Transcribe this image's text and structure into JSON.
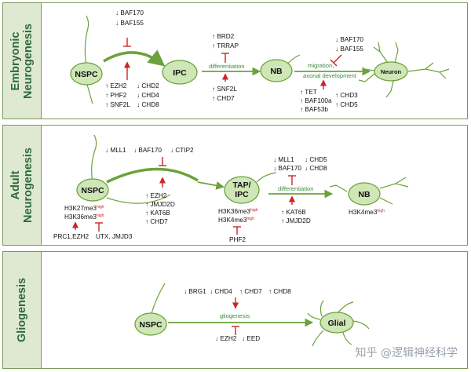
{
  "panels": {
    "embryonic": {
      "title": "Embryonic Neurogenesis",
      "title_lines": [
        "Embryonic",
        "Neurogenesis"
      ],
      "nodes": {
        "nspc": "NSPC",
        "ipc": "IPC",
        "nb": "NB",
        "neuron": "Neuron"
      },
      "nspc_ipc_up": [
        "BAF170",
        "BAF155"
      ],
      "nspc_ipc_low_left": [
        "EZH2",
        "PHF2",
        "SNF2L"
      ],
      "nspc_ipc_low_right": [
        "CHD2",
        "CHD4",
        "CHD8"
      ],
      "ipc_nb_up": [
        "BRD2",
        "TRRAP"
      ],
      "ipc_nb_step": "differentiation",
      "ipc_nb_low": [
        "SNF2L",
        "CHD7"
      ],
      "nb_neuron_up": [
        "BAF170",
        "BAF155"
      ],
      "nb_neuron_step": [
        "migration,",
        "axonal development"
      ],
      "nb_neuron_low_left": [
        "TET",
        "BAF100a",
        "BAF53b"
      ],
      "nb_neuron_low_right": [
        "CHD3",
        "CHD5"
      ]
    },
    "adult": {
      "title": "Adult Neurogenesis",
      "title_lines": [
        "Adult",
        "Neurogenesis"
      ],
      "nodes": {
        "nspc": "NSPC",
        "tap_ipc": [
          "TAP/",
          "IPC"
        ],
        "nb": "NB"
      },
      "top_factors": [
        "MLL1",
        "BAF170",
        "CTIP2"
      ],
      "mid_factors": [
        "EZH2",
        "JMJD2D",
        "KAT6B",
        "CHD7"
      ],
      "nspc_marks": [
        {
          "base": "H3K27me3",
          "sup": "high"
        },
        {
          "base": "H3K36me3",
          "sup": "high"
        }
      ],
      "nspc_left": "PRC1,EZH2",
      "nspc_right": "UTX,  JMJD3",
      "tap_marks": [
        {
          "base": "H3K36me3",
          "sup": "high"
        },
        {
          "base": "H3K4me3",
          "sup": "high"
        }
      ],
      "tap_bottom": "PHF2",
      "diff_up_left": [
        "MLL1",
        "BAF170"
      ],
      "diff_up_right": [
        "CHD5",
        "CHD8"
      ],
      "diff_step": "differentiation",
      "diff_low": [
        "KAT6B",
        "JMJD2D"
      ],
      "nb_mark": {
        "base": "H3K4me3",
        "sup": "high"
      }
    },
    "glio": {
      "title": "Gliogenesis",
      "title_lines": [
        "Gliogenesis"
      ],
      "nodes": {
        "nspc": "NSPC",
        "glial": "Glial"
      },
      "top_factors": [
        "BRG1",
        "CHD4",
        "CHD7",
        "CHD8"
      ],
      "step": "gliogenesis",
      "bottom_factors": [
        "EZH2",
        "EED"
      ]
    }
  },
  "watermark": "知乎 @逻辑神经科学",
  "colors": {
    "border": "#7a9a5a",
    "tab": "#dfe9d2",
    "title": "#2e6b3a",
    "cell": "#cfe6b6",
    "arrow": "#6ca23b",
    "red": "#c62828",
    "green_text": "#3d8b3d"
  }
}
